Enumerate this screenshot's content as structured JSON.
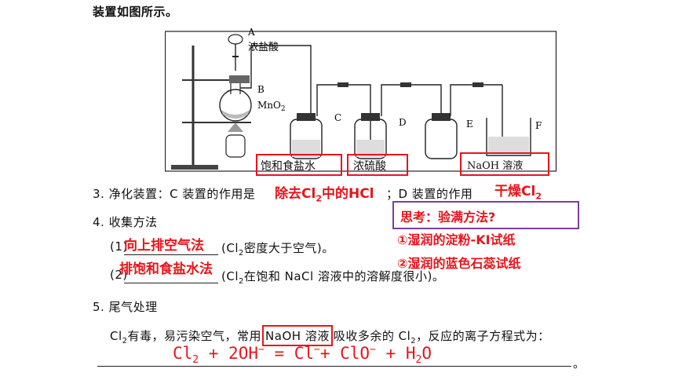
{
  "intro": "装置如图所示。",
  "apparatus": {
    "labels": {
      "A": "A",
      "conc_hcl": "浓盐酸",
      "B": "B",
      "mno2": "MnO",
      "mno2_sub": "2",
      "C": "C",
      "D": "D",
      "E": "E",
      "F": "F"
    },
    "boxes": {
      "c": "饱和食盐水",
      "d": "浓硫酸",
      "f": "NaOH 溶液"
    }
  },
  "q3": {
    "text": "3. 净化装置：C 装置的作用是",
    "answer_c_pre": "除去Cl",
    "answer_c_sub": "2",
    "answer_c_post": "中的HCl",
    "mid": "；D 装置的作用",
    "answer_d_pre": "干燥Cl",
    "answer_d_sub": "2"
  },
  "q4": {
    "title": "4. 收集方法",
    "line1_num": "(1)",
    "line1_answer": "向上排空气法",
    "line1_pre": "(Cl",
    "line1_sub": "2",
    "line1_post": "密度大于空气)。",
    "line2_num": "(2)",
    "line2_answer": "排饱和食盐水法",
    "line2_pre": "(Cl",
    "line2_sub": "2",
    "line2_post": "在饱和 NaCl 溶液中的溶解度很小)。"
  },
  "think": {
    "title": "思考：验满方法?",
    "item1": "①湿润的淀粉-KI试纸",
    "item2": "②湿润的蓝色石蕊试纸"
  },
  "q5": {
    "title": "5. 尾气处理",
    "pre": "Cl",
    "sub": "2",
    "mid": "有毒，易污染空气，常用",
    "boxed": "NaOH 溶液",
    "post": "吸收多余的 Cl",
    "post_sub": "2",
    "post2": "，反应的离子方程式为：",
    "eq_t1": "Cl",
    "eq_s1": "2",
    "eq_t2": " + 2OH",
    "eq_p1": "−",
    "eq_t3": " = Cl",
    "eq_p2": "−",
    "eq_t4": "+ ClO",
    "eq_p3": "−",
    "eq_t5": " + H",
    "eq_s2": "2",
    "eq_t6": "O",
    "end": "。"
  }
}
